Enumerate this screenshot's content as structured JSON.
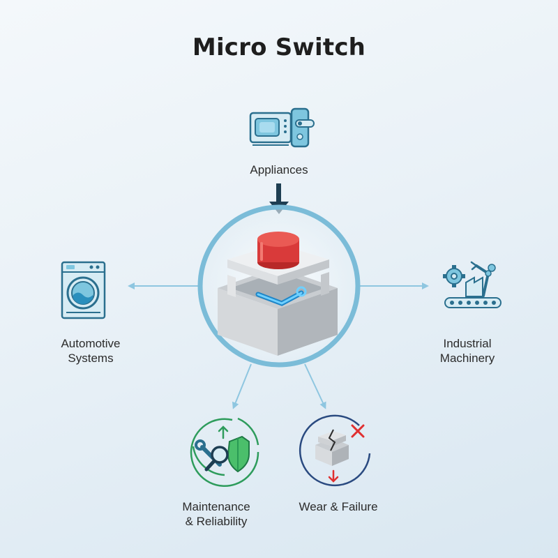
{
  "title": "Micro Switch",
  "nodes": {
    "appliances": {
      "label": "Appliances"
    },
    "automotive": {
      "line1": "Automotive",
      "line2": "Systems"
    },
    "industrial": {
      "line1": "Industrial",
      "line2": "Machinery"
    },
    "maintenance": {
      "line1": "Maintenance",
      "line2": "& Reliability"
    },
    "wear": {
      "label": "Wear & Failure"
    }
  },
  "icons": {
    "center": "micro-switch-icon",
    "appliances": "microwave-icon",
    "automotive": "washing-machine-icon",
    "industrial": "factory-robot-arm-icon",
    "maintenance": "wrench-magnifier-shield-icon",
    "wear": "broken-block-icon"
  },
  "colors": {
    "ring": "#7bbcd8",
    "arrow_dark": "#1d3e52",
    "arrow_light": "#8ec6e0",
    "button_red": "#d93a3a",
    "maintenance_green": "#2e9c5c",
    "wear_navy": "#2a4a80",
    "failure_red": "#e03030"
  }
}
